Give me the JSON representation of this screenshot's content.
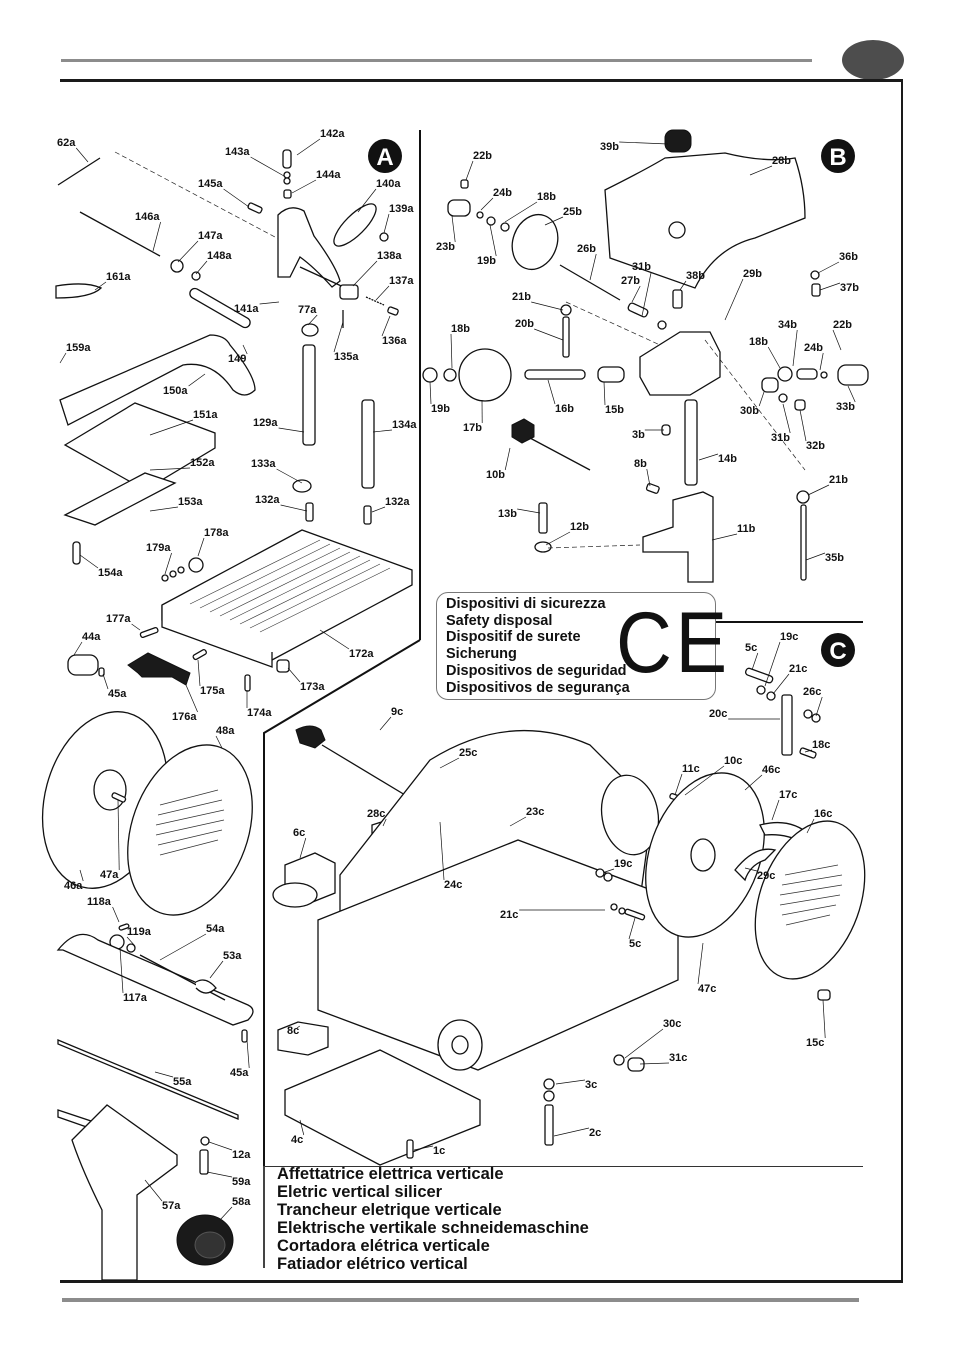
{
  "page": {
    "header": {
      "section_marker": ""
    },
    "footer": {}
  },
  "sections": {
    "A": {
      "badge": "A"
    },
    "B": {
      "badge": "B"
    },
    "C": {
      "badge": "C"
    }
  },
  "labels": {
    "a": [
      "62a",
      "142a",
      "143a",
      "144a",
      "145a",
      "140a",
      "139a",
      "146a",
      "147a",
      "148a",
      "138a",
      "137a",
      "161a",
      "141a",
      "77a",
      "136a",
      "135a",
      "149",
      "159a",
      "150a",
      "151a",
      "129a",
      "134a",
      "152a",
      "133a",
      "132a",
      "132a",
      "153a",
      "178a",
      "179a",
      "154a",
      "177a",
      "44a",
      "172a",
      "175a",
      "45a",
      "173a",
      "176a",
      "174a",
      "48a",
      "47a",
      "46a",
      "118a",
      "119a",
      "54a",
      "53a",
      "117a",
      "45a",
      "55a",
      "12a",
      "59a",
      "57a",
      "58a"
    ],
    "b": [
      "39b",
      "22b",
      "28b",
      "24b",
      "18b",
      "25b",
      "23b",
      "19b",
      "26b",
      "31b",
      "38b",
      "36b",
      "27b",
      "29b",
      "37b",
      "21b",
      "20b",
      "34b",
      "22b",
      "18b",
      "18b",
      "24b",
      "19b",
      "16b",
      "15b",
      "30b",
      "33b",
      "17b",
      "3b",
      "31b",
      "32b",
      "14b",
      "10b",
      "8b",
      "21b",
      "13b",
      "12b",
      "11b",
      "35b"
    ],
    "c": [
      "5c",
      "19c",
      "21c",
      "26c",
      "20c",
      "18c",
      "9c",
      "25c",
      "11c",
      "10c",
      "46c",
      "28c",
      "23c",
      "17c",
      "6c",
      "16c",
      "19c",
      "24c",
      "29c",
      "21c",
      "5c",
      "47c",
      "8c",
      "30c",
      "15c",
      "31c",
      "3c",
      "4c",
      "2c",
      "1c"
    ]
  },
  "safety": {
    "lines": [
      "Dispositivi di sicurezza",
      "Safety disposal",
      "Dispositif de surete",
      "Sicherung",
      "Dispositivos de seguridad",
      "Dispositivos de segurança"
    ],
    "mark": "CE"
  },
  "title_block": {
    "lines": [
      "Affettatrice elettrica verticale",
      "Eletric vertical silicer",
      "Trancheur eletrique verticale",
      "Elektrische vertikale schneidemaschine",
      "Cortadora elétrica verticale",
      "Fatiador elétrico vertical"
    ]
  }
}
